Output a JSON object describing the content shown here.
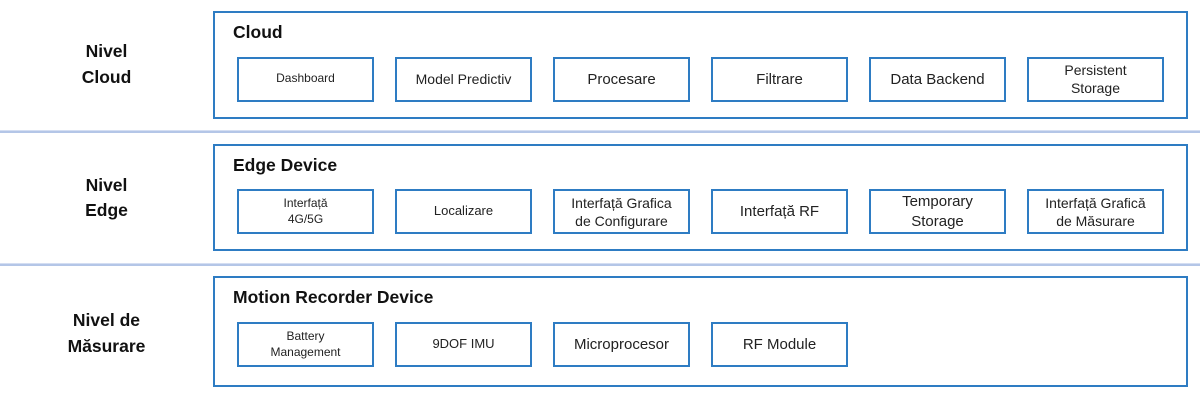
{
  "colors": {
    "box_border": "#2e7cc3",
    "divider": "#b4c6e7",
    "text": "#111111"
  },
  "tiers": [
    {
      "level_label": "Nivel\nCloud",
      "container_title": "Cloud",
      "boxes": [
        {
          "label": "Dashboard"
        },
        {
          "label": "Model Predictiv"
        },
        {
          "label": "Procesare"
        },
        {
          "label": "Filtrare"
        },
        {
          "label": "Data Backend"
        },
        {
          "label": "Persistent\nStorage"
        }
      ]
    },
    {
      "level_label": "Nivel\nEdge",
      "container_title": "Edge Device",
      "boxes": [
        {
          "label": "Interfață\n4G/5G"
        },
        {
          "label": "Localizare"
        },
        {
          "label": "Interfață Grafica\nde Configurare"
        },
        {
          "label": "Interfață RF"
        },
        {
          "label": "Temporary\nStorage"
        },
        {
          "label": "Interfață Grafică\nde Măsurare"
        }
      ]
    },
    {
      "level_label": "Nivel de\nMăsurare",
      "container_title": "Motion Recorder Device",
      "boxes": [
        {
          "label": "Battery\nManagement"
        },
        {
          "label": "9DOF IMU"
        },
        {
          "label": "Microprocesor"
        },
        {
          "label": "RF Module"
        }
      ]
    }
  ]
}
